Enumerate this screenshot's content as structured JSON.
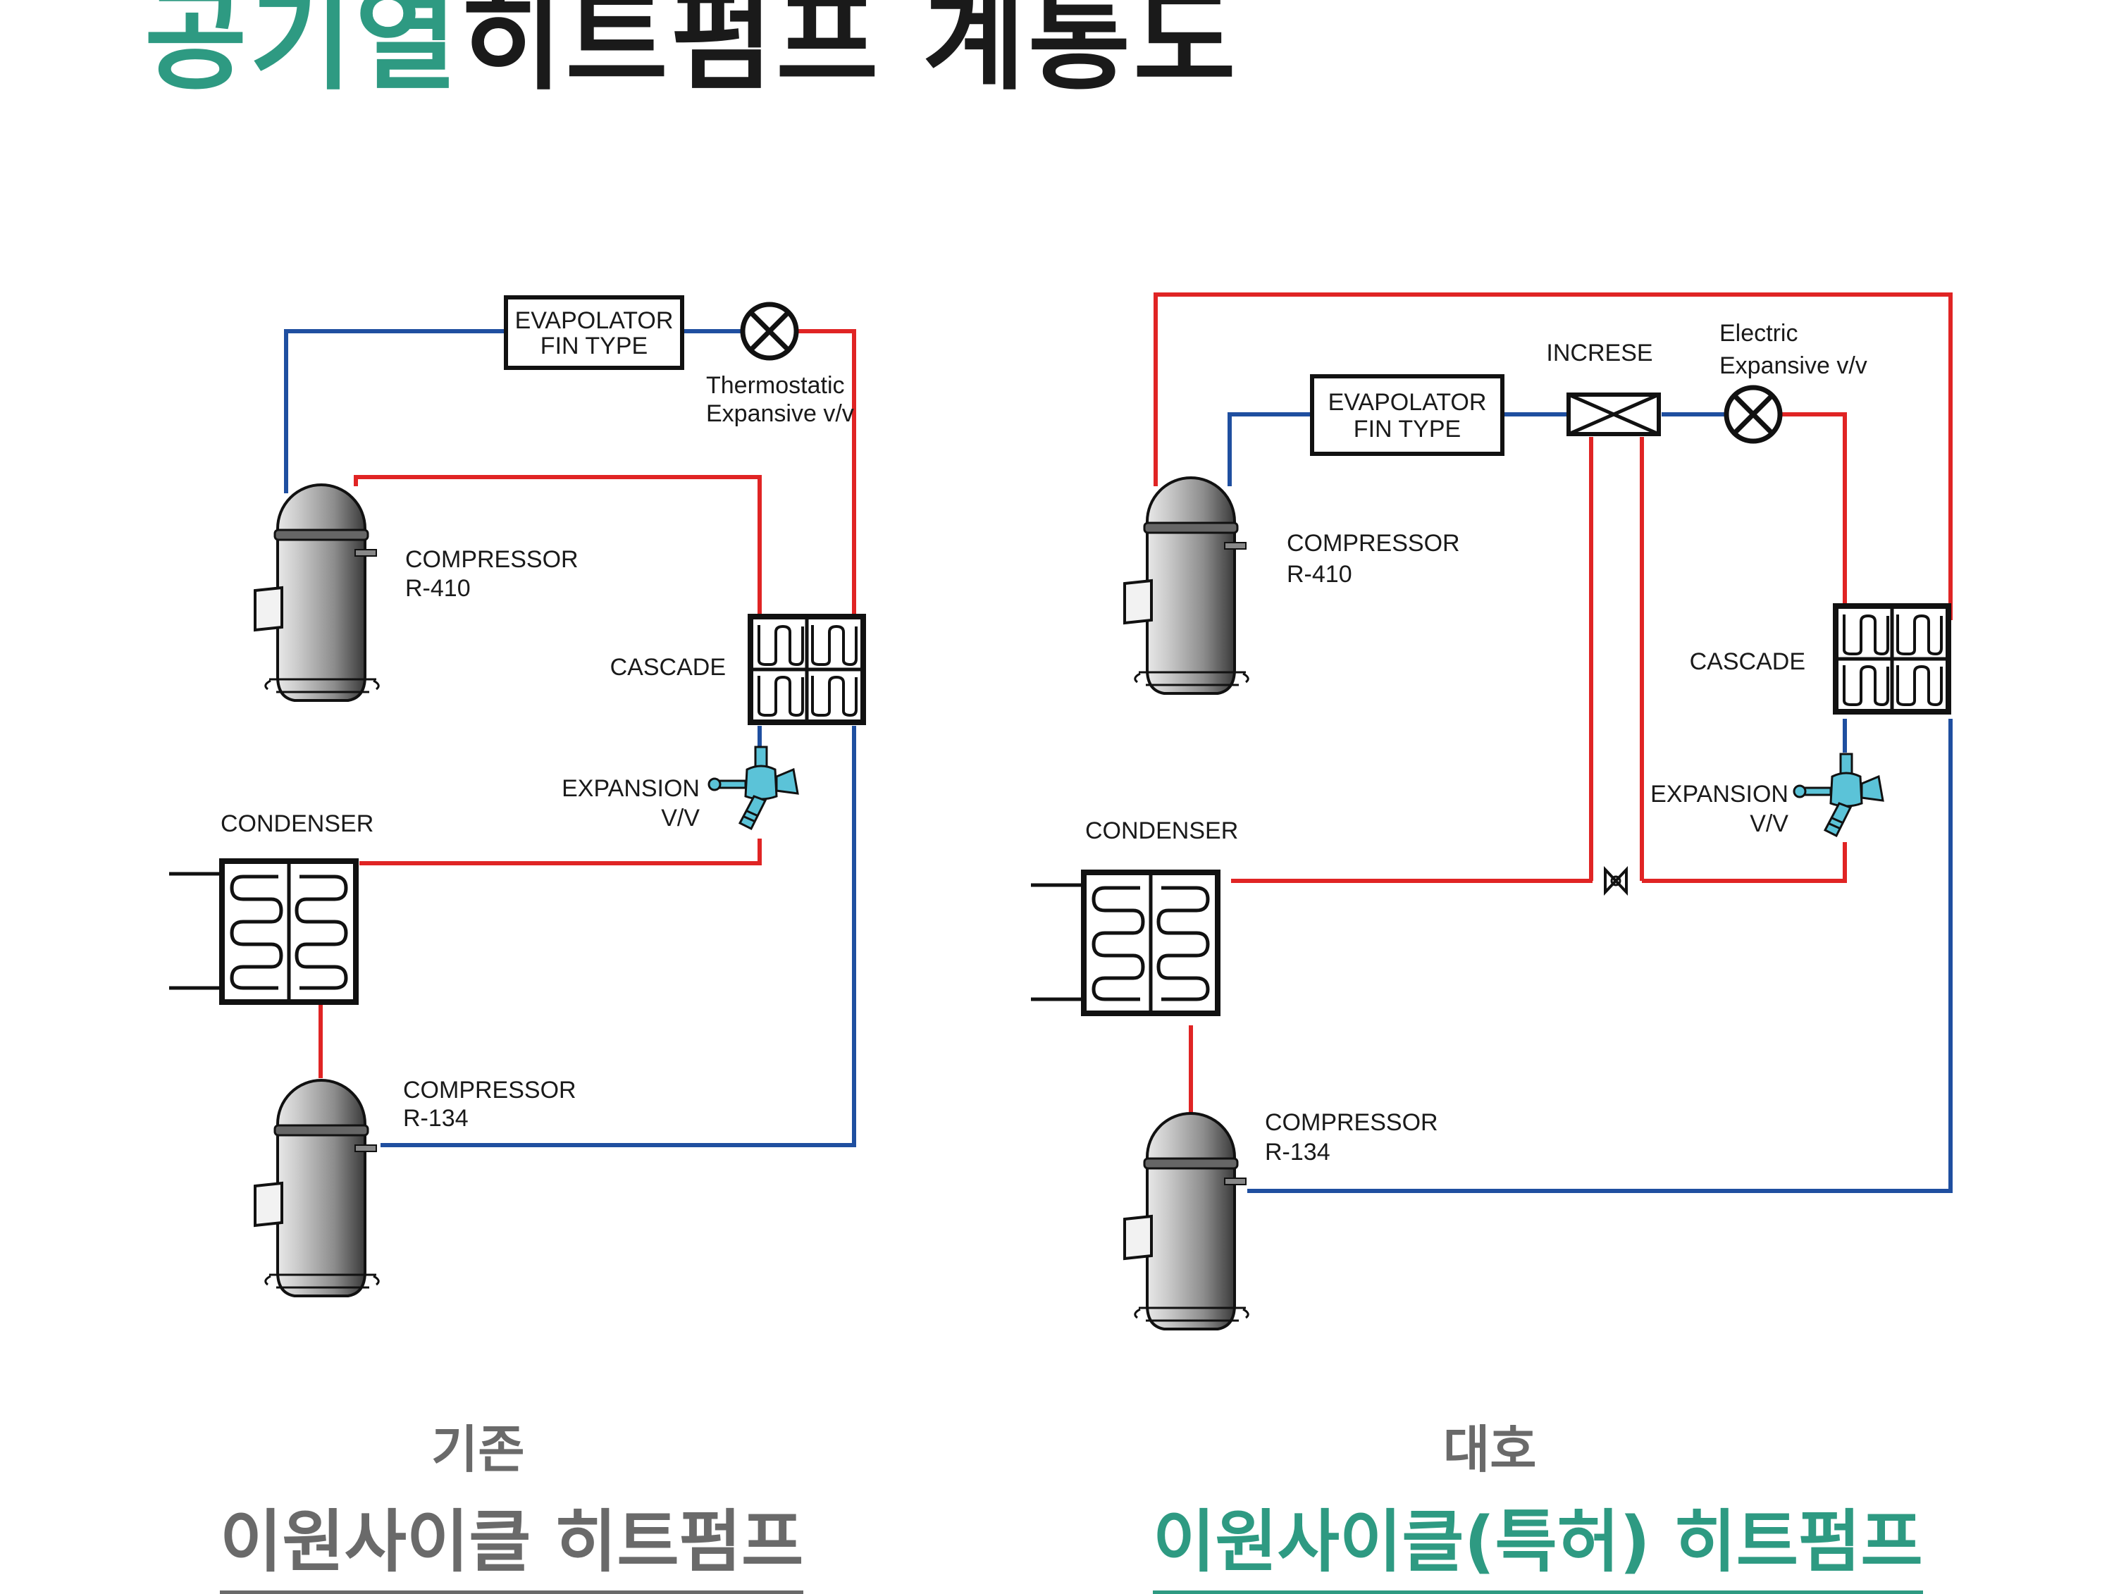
{
  "header": {
    "title_accent": "공기열",
    "title_rest": "히트펌프 계통도"
  },
  "colors": {
    "accent": "#2e9a82",
    "hot_line": "#e02424",
    "cold_line": "#1f4fa0",
    "valve": "#5bc3d8",
    "caption_gray": "#6a6a6a"
  },
  "left_diagram": {
    "evaporator": [
      "EVAPOLATOR",
      "FIN TYPE"
    ],
    "valve_label": [
      "Thermostatic",
      "Expansive v/v"
    ],
    "compressor_top": [
      "COMPRESSOR",
      "R-410"
    ],
    "cascade": "CASCADE",
    "expansion": [
      "EXPANSION",
      "V/V"
    ],
    "condenser": "CONDENSER",
    "compressor_bottom": [
      "COMPRESSOR",
      "R-134"
    ],
    "caption_sub": "기존",
    "caption_main": "이원사이클 히트펌프"
  },
  "right_diagram": {
    "evaporator": [
      "EVAPOLATOR",
      "FIN TYPE"
    ],
    "increse": "INCRESE",
    "valve_label": [
      "Electric",
      "Expansive v/v"
    ],
    "compressor_top": [
      "COMPRESSOR",
      "R-410"
    ],
    "cascade": "CASCADE",
    "expansion": [
      "EXPANSION",
      "V/V"
    ],
    "condenser": "CONDENSER",
    "compressor_bottom": [
      "COMPRESSOR",
      "R-134"
    ],
    "caption_sub": "대호",
    "caption_main": "이원사이클(특허) 히트펌프"
  }
}
